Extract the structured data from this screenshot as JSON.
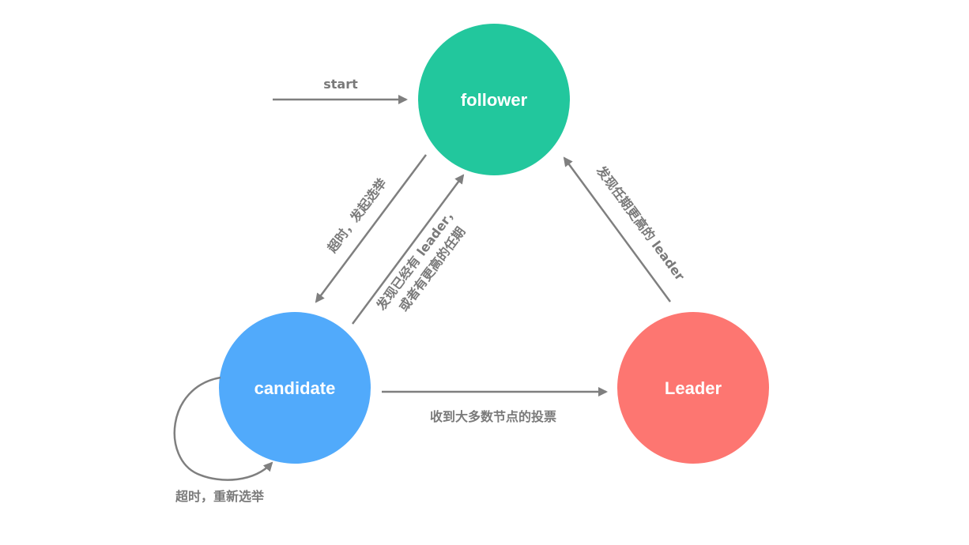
{
  "diagram": {
    "nodes": {
      "follower": {
        "label": "follower",
        "color": "#22c79d"
      },
      "candidate": {
        "label": "candidate",
        "color": "#51aafb"
      },
      "leader": {
        "label": "Leader",
        "color": "#fd7671"
      }
    },
    "edges": {
      "start": {
        "label": "start"
      },
      "follower_to_candidate": {
        "label": "超时，发起选举"
      },
      "candidate_to_follower": {
        "label_line1": "发现已经有 leader，",
        "label_line2": "或者有更高的任期"
      },
      "leader_to_follower": {
        "label": "发现任期更高的 leader"
      },
      "candidate_to_leader": {
        "label": "收到大多数节点的投票"
      },
      "candidate_self_loop": {
        "label": "超时，重新选举"
      }
    },
    "edge_color": "#7f7f7f",
    "label_color": "#7a7a7a"
  }
}
